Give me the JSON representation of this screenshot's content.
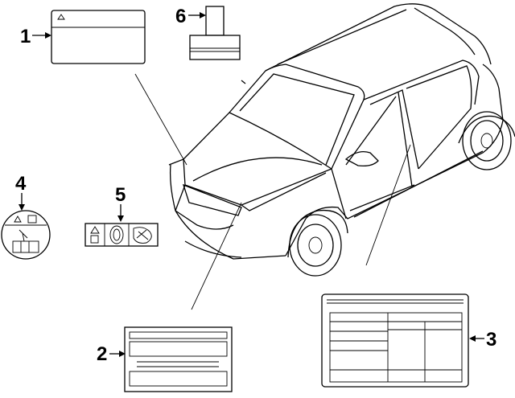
{
  "callouts": [
    {
      "id": "1",
      "label": "1"
    },
    {
      "id": "2",
      "label": "2"
    },
    {
      "id": "3",
      "label": "3"
    },
    {
      "id": "4",
      "label": "4"
    },
    {
      "id": "5",
      "label": "5"
    },
    {
      "id": "6",
      "label": "6"
    }
  ],
  "icons": {
    "warning_symbol": "warning-triangle-icon",
    "airbag_symbol": "airbag-icon",
    "seat_symbol": "child-seat-icon",
    "tire_symbol": "tire-icon"
  },
  "colors": {
    "line": "#000000",
    "background": "#ffffff"
  }
}
